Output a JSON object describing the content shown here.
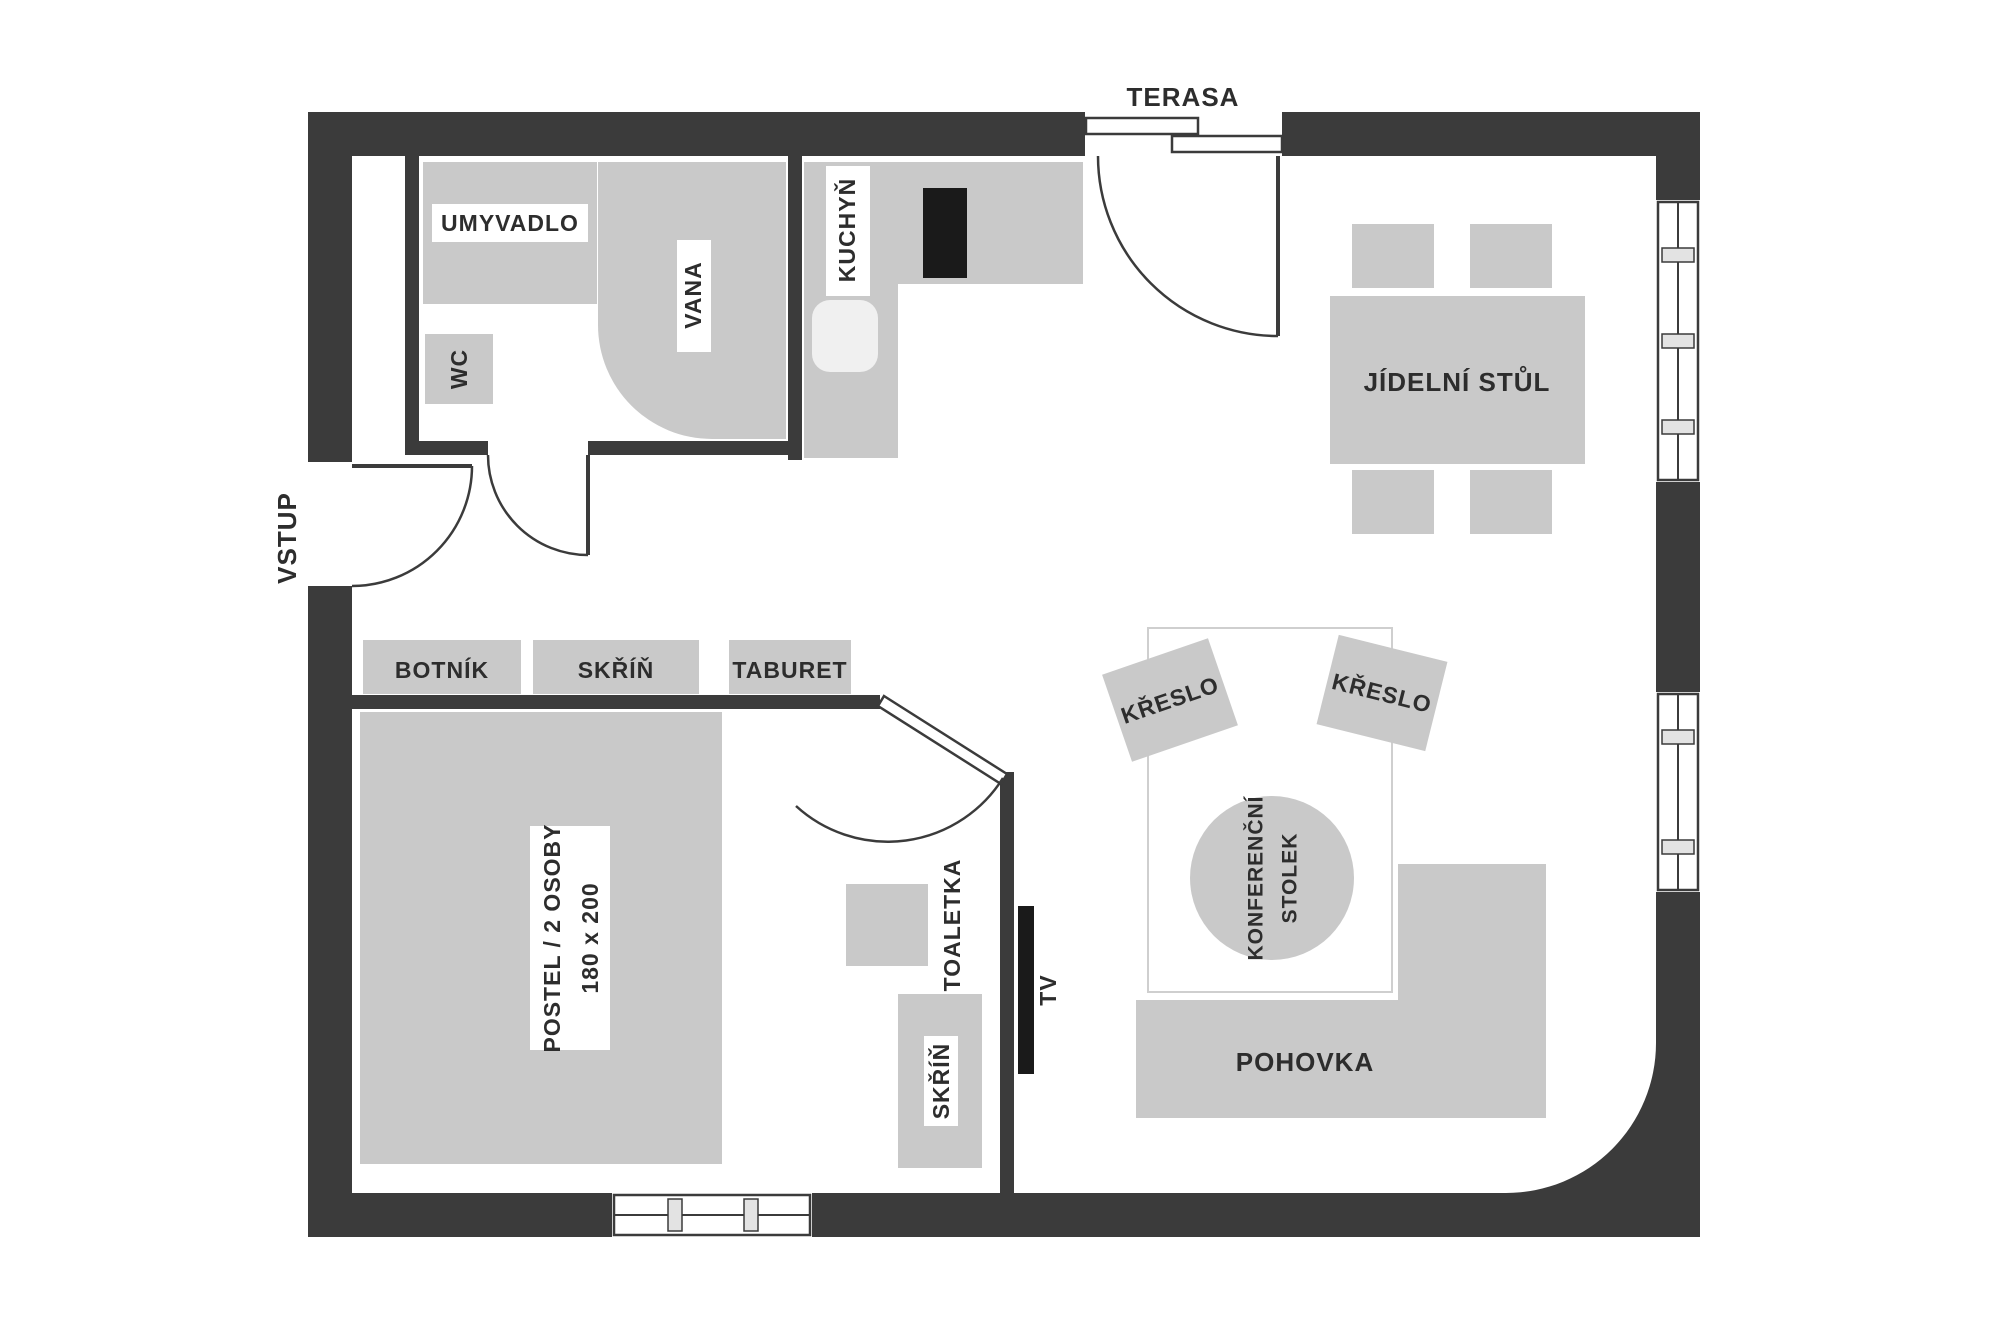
{
  "colors": {
    "background": "#ffffff",
    "wall": "#3b3b3b",
    "furniture": "#c9c9c9",
    "appliance_black": "#1a1a1a",
    "label_text": "#2d2d2d",
    "rug_outline": "#cfcfcf"
  },
  "labels": {
    "terasa": "TERASA",
    "vstup": "VSTUP",
    "umyvadlo": "UMYVADLO",
    "wc": "WC",
    "vana": "VANA",
    "kuchyn": "KUCHYŇ",
    "jidelni_stul": "JÍDELNÍ STŮL",
    "botnik": "BOTNÍK",
    "skrin_hall": "SKŘÍŇ",
    "taburet": "TABURET",
    "postel1": "POSTEL / 2 OSOBY",
    "postel2": "180 x 200",
    "toaletka": "TOALETKA",
    "tv": "TV",
    "skrin_bedroom": "SKŘÍŇ",
    "kreslo_left": "KŘESLO",
    "kreslo_right": "KŘESLO",
    "konferencni1": "KONFERENČNÍ",
    "konferencni2": "STOLEK",
    "pohovka": "POHOVKA"
  }
}
